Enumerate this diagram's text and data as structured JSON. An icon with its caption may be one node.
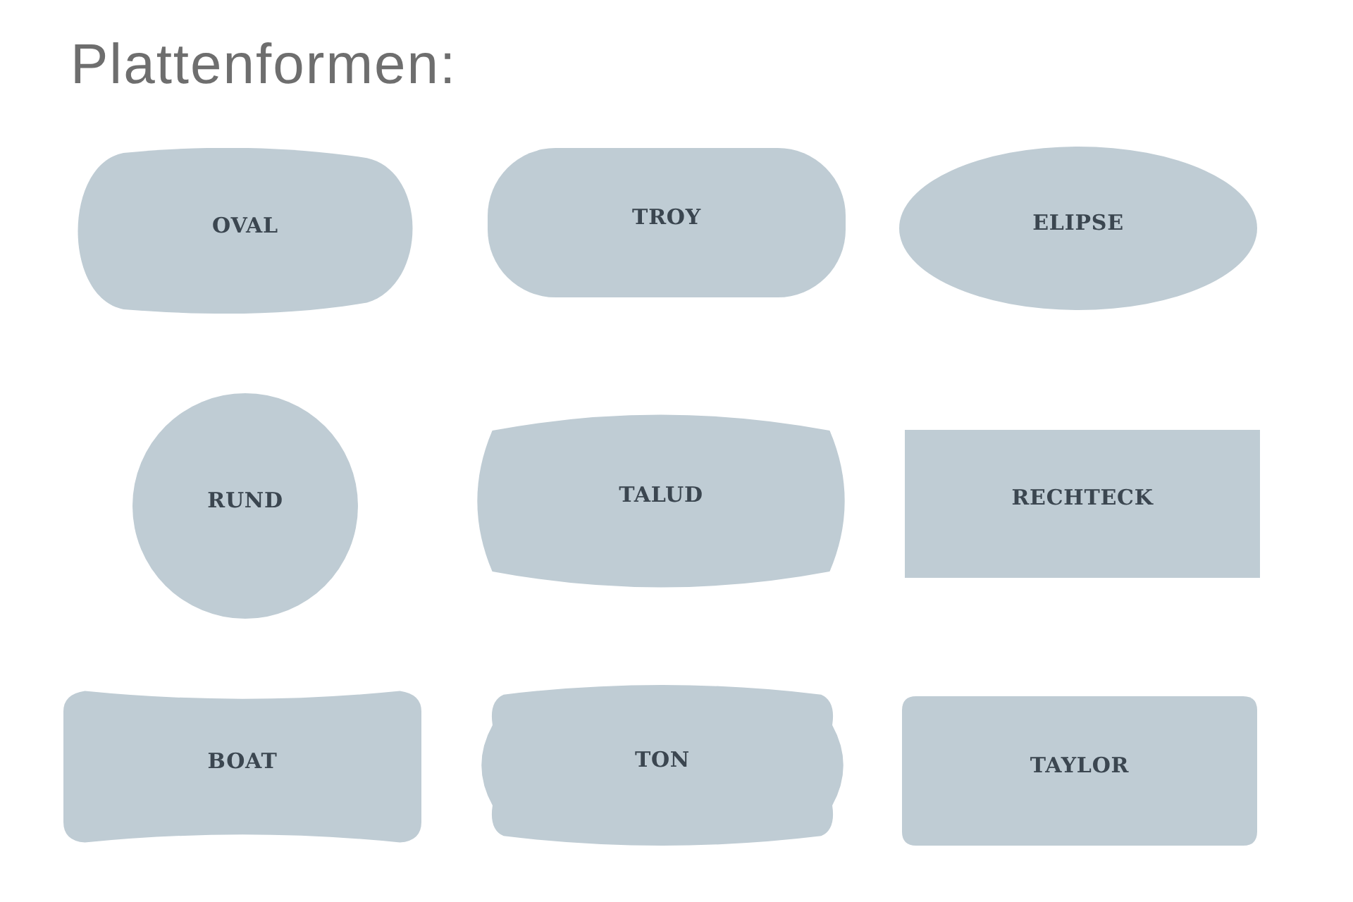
{
  "diagram": {
    "title": "Plattenformen:",
    "nodes": [
      {
        "text": [
          "OVAL"
        ]
      },
      {
        "text": [
          "TROY"
        ]
      },
      {
        "text": [
          "ELIPSE"
        ]
      },
      {
        "text": [
          "RUND"
        ]
      },
      {
        "text": [
          "TALUD"
        ]
      },
      {
        "text": [
          "RECHTECK"
        ]
      },
      {
        "text": [
          "BOAT"
        ]
      },
      {
        "text": [
          "TON"
        ]
      },
      {
        "text": [
          "TAYLOR"
        ]
      }
    ]
  }
}
